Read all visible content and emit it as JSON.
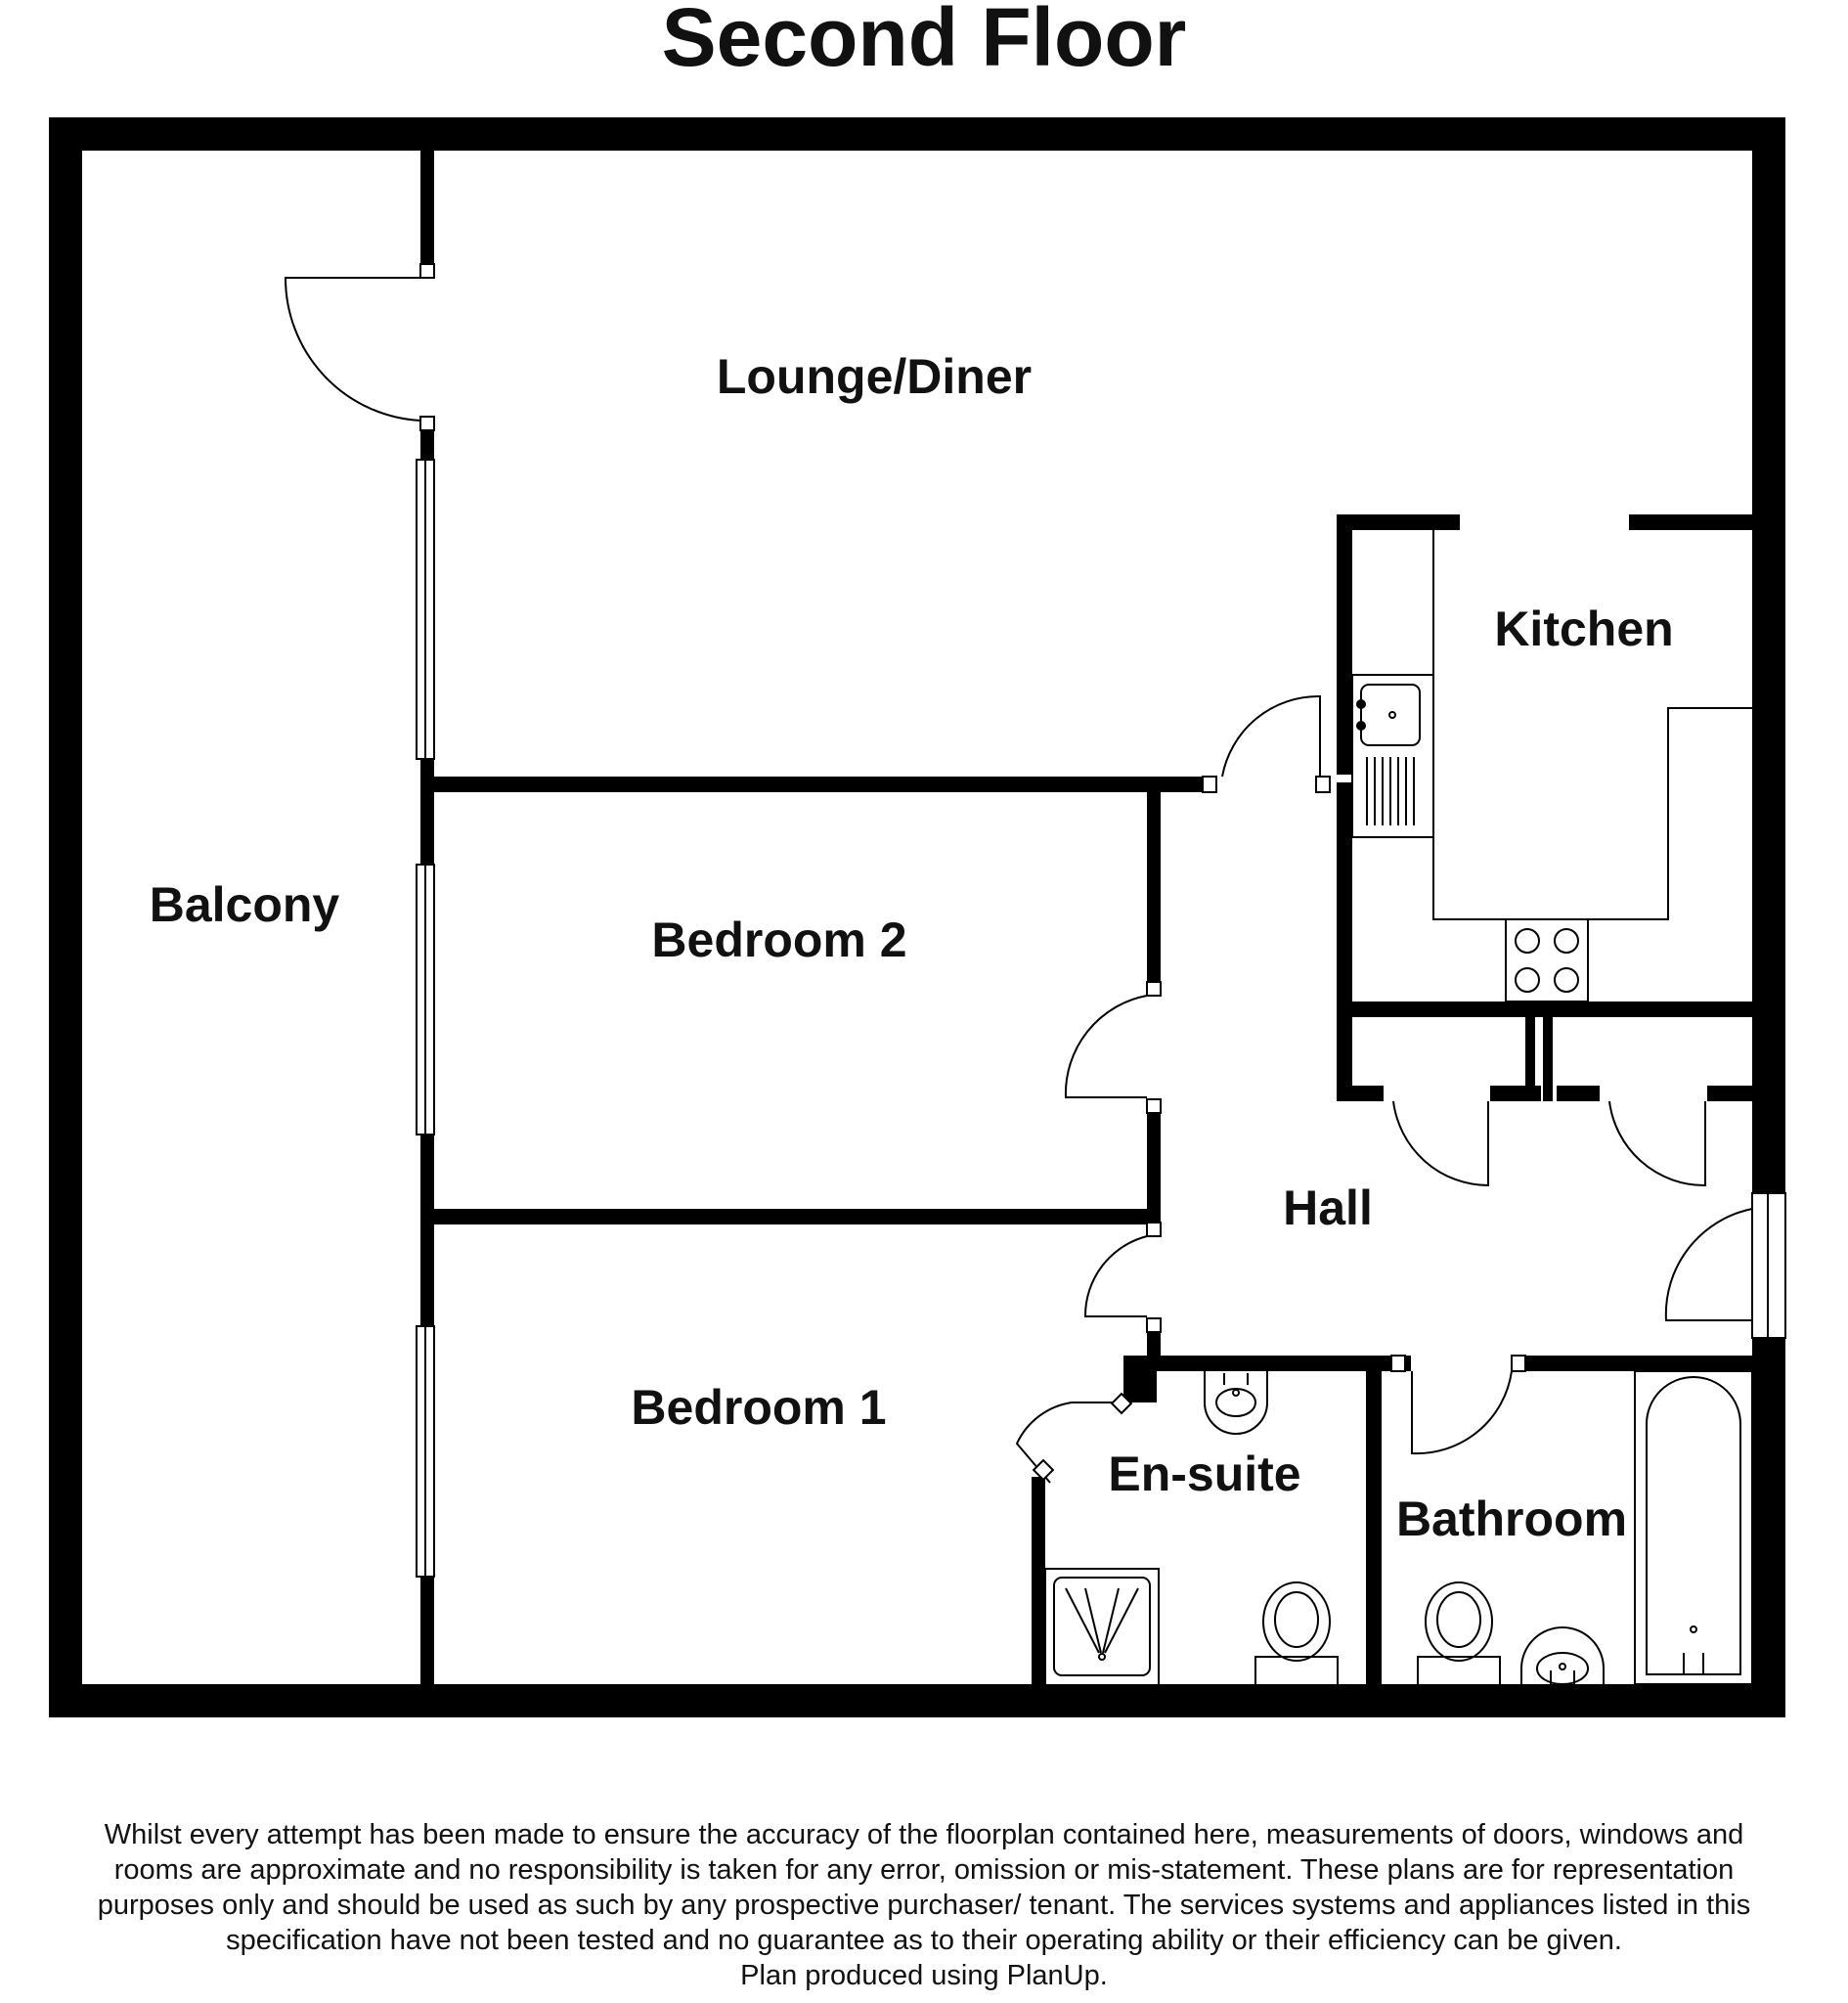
{
  "title": "Second Floor",
  "rooms": {
    "lounge": "Lounge/Diner",
    "kitchen": "Kitchen",
    "balcony": "Balcony",
    "bedroom2": "Bedroom 2",
    "hall": "Hall",
    "bedroom1": "Bedroom 1",
    "ensuite": "En-suite",
    "bathroom": "Bathroom"
  },
  "disclaimer": {
    "lines": [
      "Whilst every attempt has been made to ensure the accuracy of the floorplan contained here, measurements of doors, windows and",
      "rooms are approximate and no responsibility is taken for any error, omission or mis-statement. These plans are for representation",
      "purposes only and should be used as such by any prospective purchaser/ tenant. The services systems and appliances listed in this",
      "specification have not been tested and no guarantee as to their operating ability or their efficiency can be given."
    ],
    "credit": "Plan produced using PlanUp."
  }
}
